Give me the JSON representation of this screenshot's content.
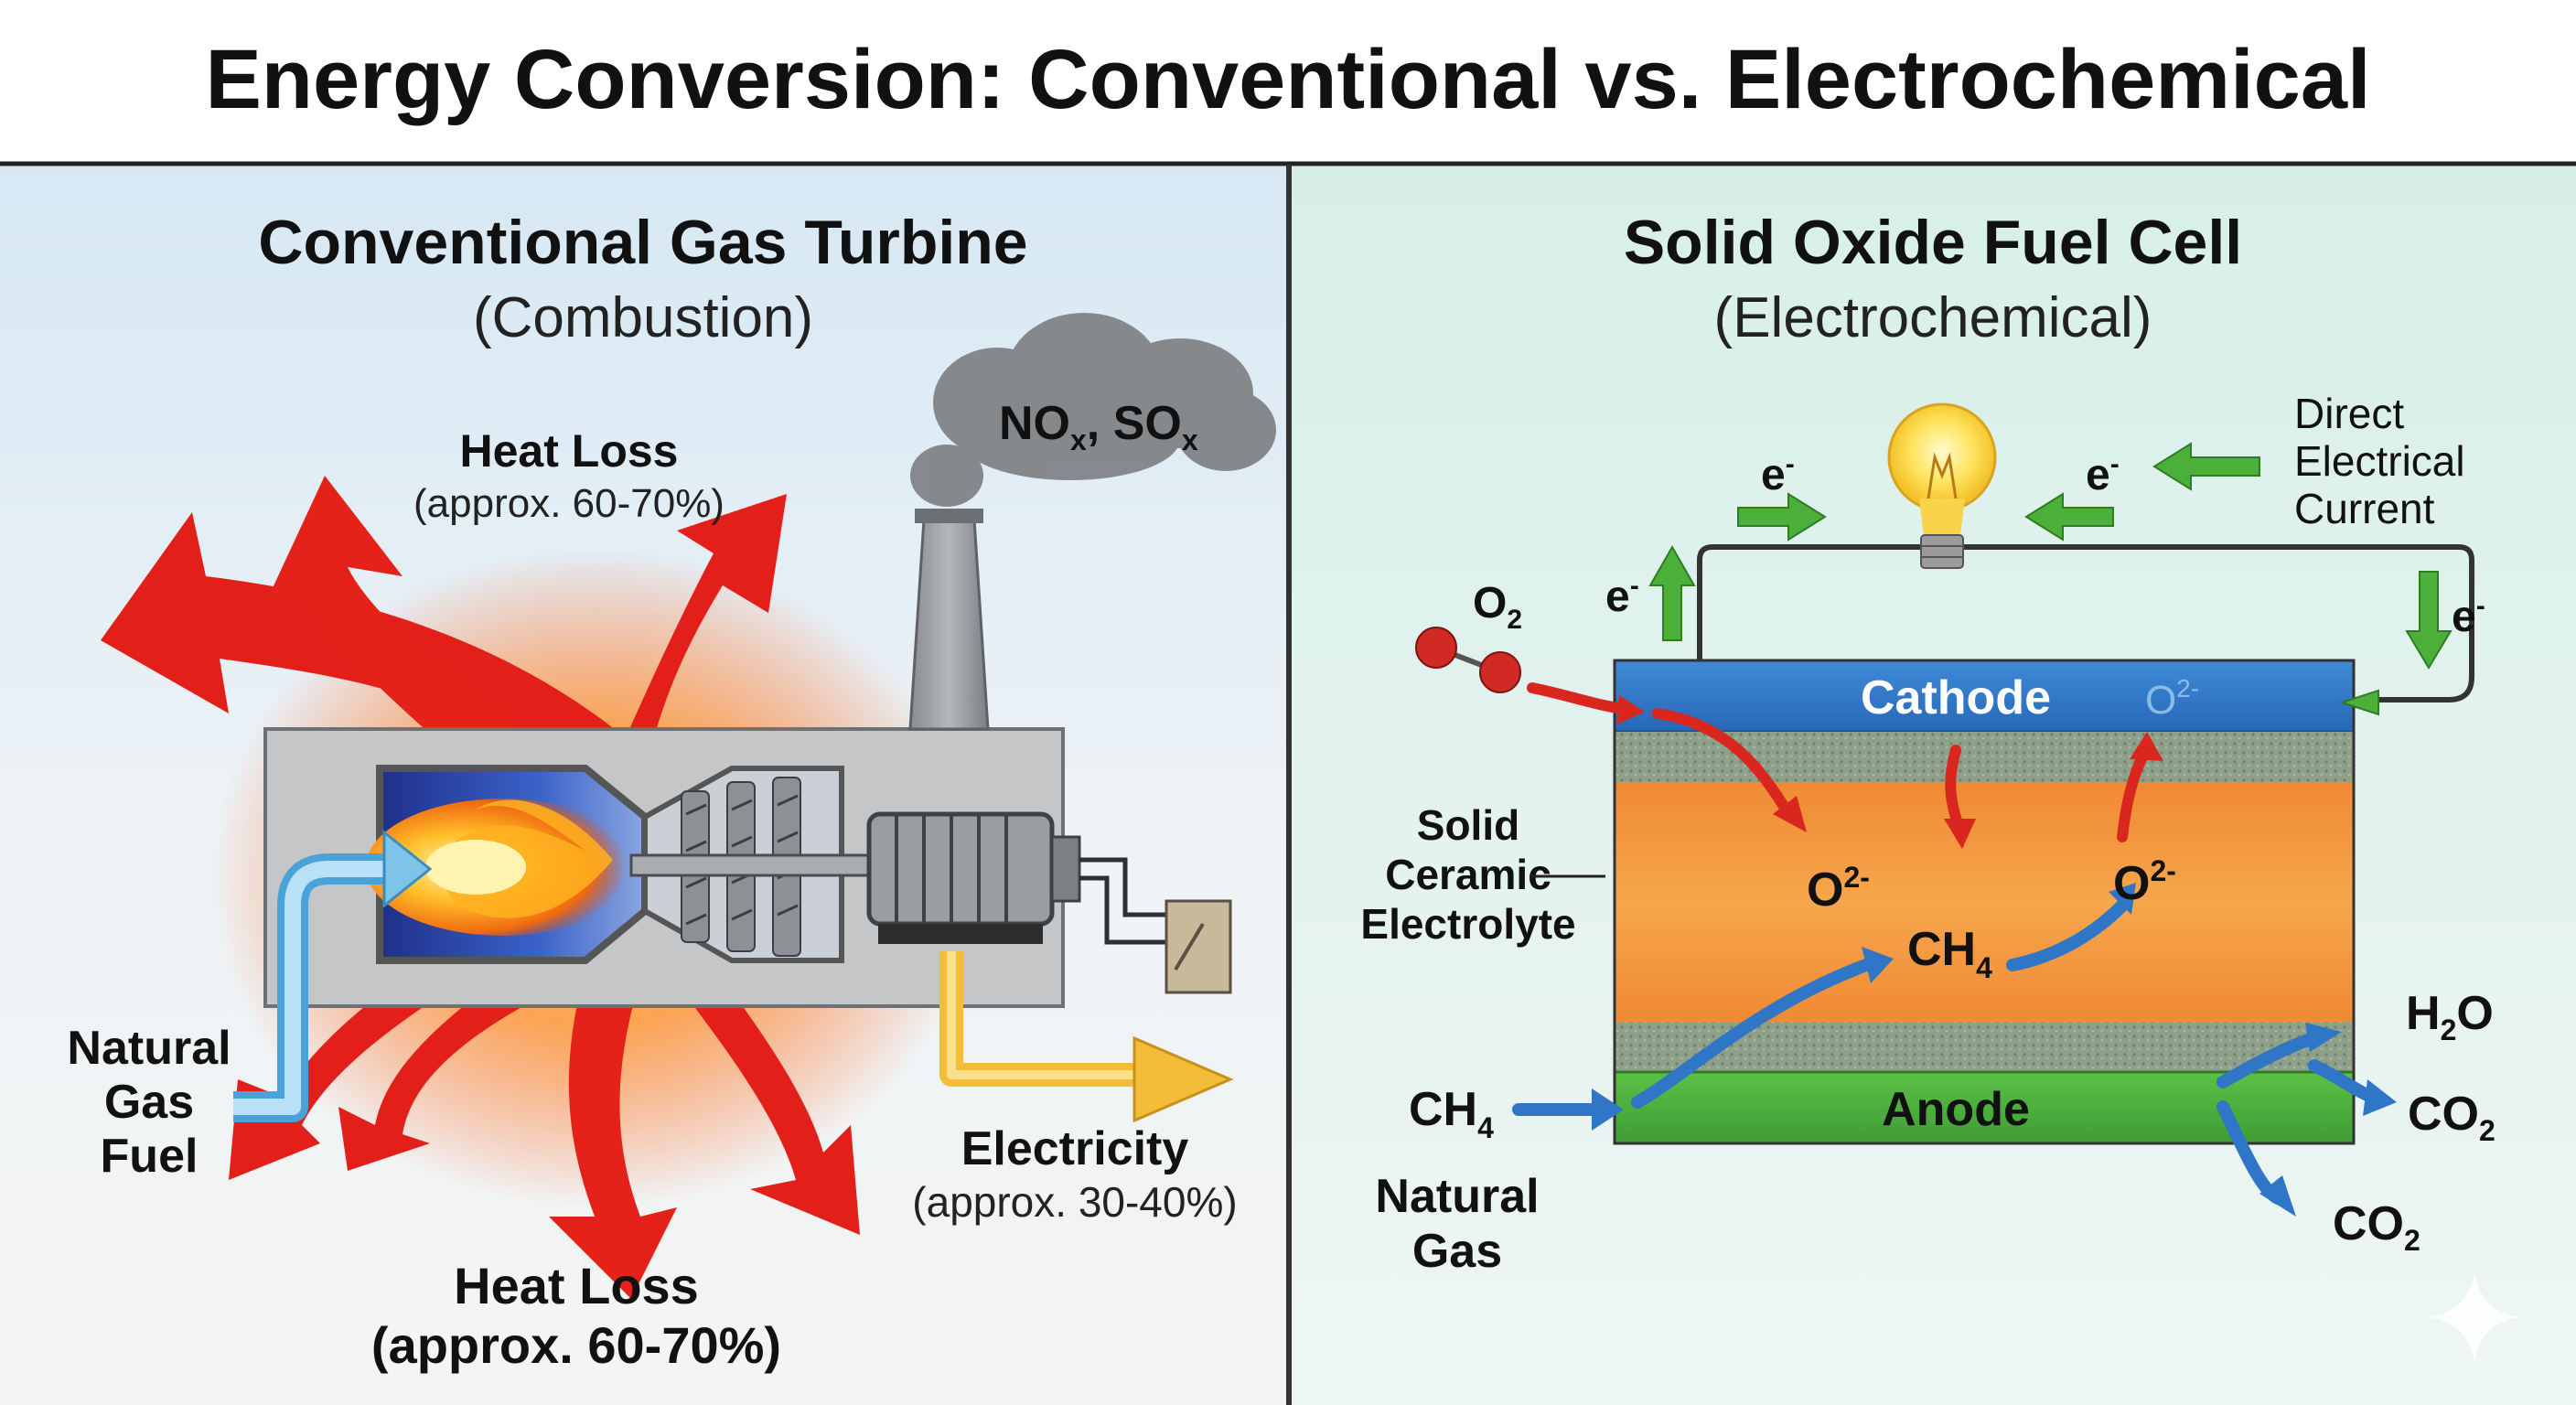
{
  "title": "Energy Conversion: Conventional vs. Electrochemical",
  "left": {
    "heading": "Conventional Gas Turbine",
    "subheading": "(Combustion)",
    "heat_loss_top": {
      "label": "Heat Loss",
      "detail": "(approx. 60-70%)"
    },
    "emissions": {
      "main": "NO",
      "sub": "x",
      "sep": ", SO",
      "sub2": "x"
    },
    "fuel_label": [
      "Natural",
      "Gas",
      "Fuel"
    ],
    "electricity": {
      "label": "Electricity",
      "detail": "(approx. 30-40%)"
    },
    "heat_loss_bottom": {
      "label": "Heat Loss",
      "detail": "(approx. 60-70%)"
    }
  },
  "right": {
    "heading": "Solid Oxide Fuel Cell",
    "subheading": "(Electrochemical)",
    "current_label": [
      "Direct",
      "Electrical",
      "Current"
    ],
    "electron": {
      "base": "e",
      "sup": "-"
    },
    "oxygen": {
      "base": "O",
      "sub": "2"
    },
    "cathode": "Cathode",
    "anode": "Anode",
    "electrolyte_label": [
      "Solid",
      "Ceramic",
      "Electrolyte"
    ],
    "oxide_ion": {
      "base": "O",
      "sup": "2-"
    },
    "methane": {
      "base": "CH",
      "sub": "4"
    },
    "natural_gas": [
      "Natural",
      "Gas"
    ],
    "water": {
      "base": "H",
      "sub": "2",
      "tail": "O"
    },
    "co2": {
      "base": "CO",
      "sub": "2"
    }
  },
  "colors": {
    "heat": "#e0201a",
    "electricity": "#f3bd3a",
    "fuel": "#7ec3e8",
    "current": "#4caf3a",
    "cathode": "#2f78c8",
    "anode": "#4fb33e",
    "electrolyte": "#f49a3f",
    "gas_flow": "#2f77c6"
  },
  "icons": [
    "smokestack-icon",
    "flame-icon",
    "generator-icon",
    "light-bulb-icon",
    "sparkle-icon"
  ]
}
